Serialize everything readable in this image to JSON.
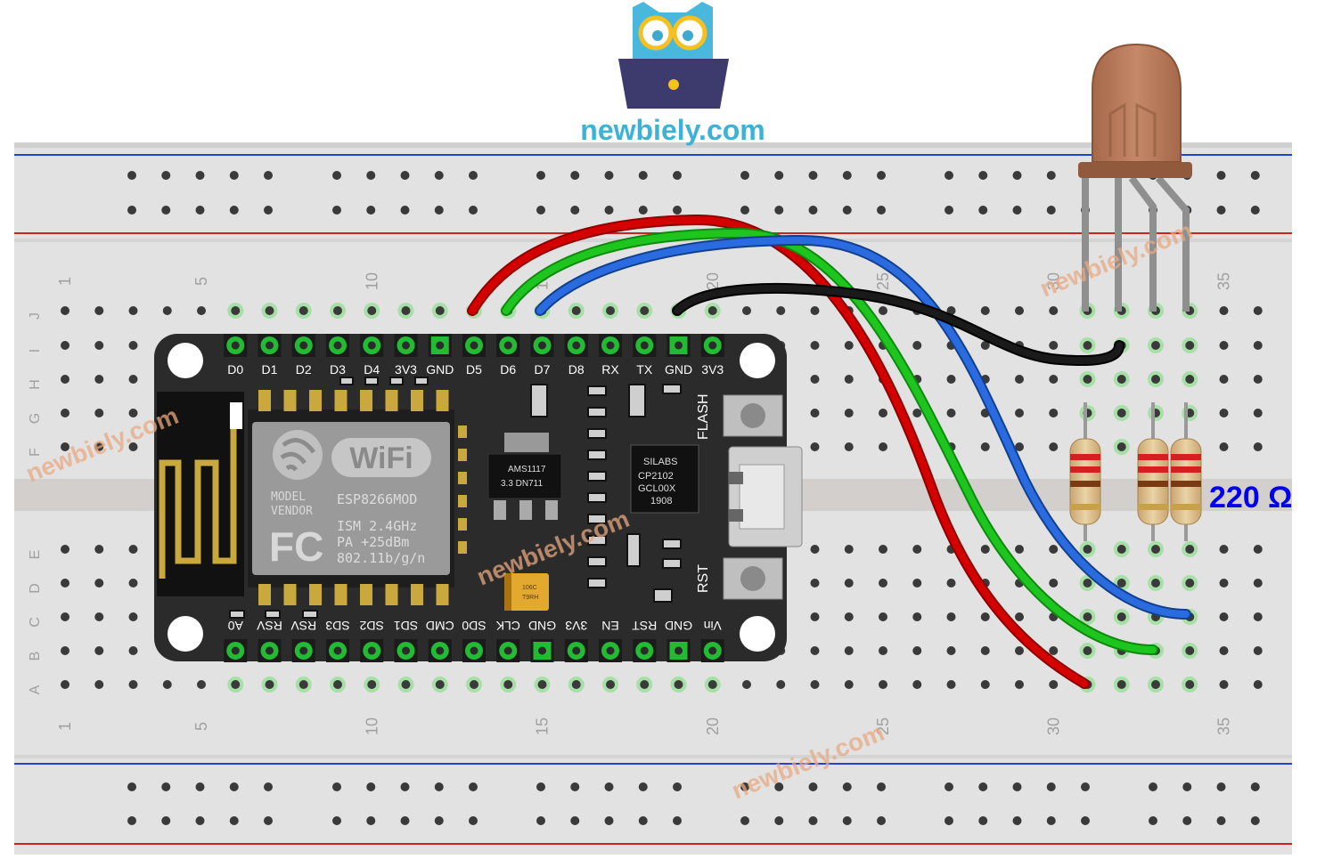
{
  "brand": {
    "site": "newbiely.com",
    "watermark": "newbiely.com"
  },
  "breadboard": {
    "row_letters": [
      "J",
      "I",
      "H",
      "G",
      "F",
      "E",
      "D",
      "C",
      "B",
      "A"
    ],
    "column_numbers": [
      "1",
      "5",
      "10",
      "15",
      "20",
      "25",
      "30",
      "35"
    ]
  },
  "board": {
    "top_pins": [
      "D0",
      "D1",
      "D2",
      "D3",
      "D4",
      "3V3",
      "GND",
      "D5",
      "D6",
      "D7",
      "D8",
      "RX",
      "TX",
      "GND",
      "3V3"
    ],
    "bottom_pins": [
      "A0",
      "RSV",
      "RSV",
      "SD3",
      "SD2",
      "SD1",
      "CMD",
      "SD0",
      "CLK",
      "GND",
      "3V3",
      "EN",
      "RST",
      "GND",
      "Vin"
    ],
    "module_logo": "WiFi",
    "module_lines": [
      "MODEL",
      "VENDOR",
      "ESP8266MOD",
      "ISM 2.4GHz",
      "PA  +25dBm",
      "802.11b/g/n"
    ],
    "fc_mark": "FC",
    "regulator": [
      "AMS1117",
      "3.3   DN711"
    ],
    "usb_chip": [
      "SILABS",
      "CP2102",
      "GCL00X",
      "1908"
    ],
    "flash_label": "FLASH",
    "rst_label": "RST",
    "capacitor": [
      "106C",
      "T9RH"
    ]
  },
  "resistor": {
    "label": "220 Ω"
  },
  "colors": {
    "wire_red": "#cc0000",
    "wire_green": "#19b319",
    "wire_blue": "#1f5fd6",
    "wire_black": "#111111",
    "board": "#2b2b2b",
    "pin_green": "#22bb33",
    "resistor_label": "#0000ee",
    "brand": "#3fb0d6"
  },
  "icons": [
    "owl-logo-icon",
    "laptop-icon"
  ]
}
